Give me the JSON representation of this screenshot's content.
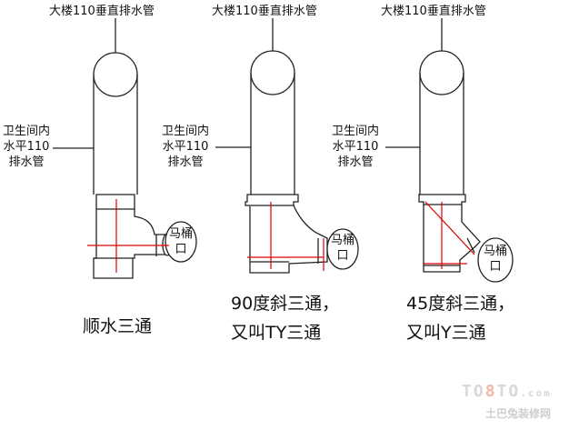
{
  "vertical_pipe_label": "大楼110垂直排水管",
  "bathroom_pipe_label": [
    "卫生间内",
    "水平110",
    "排水管"
  ],
  "toilet_outlet_label": [
    "马桶",
    "口"
  ],
  "fittings": [
    {
      "name": "顺水三通"
    },
    {
      "name": "90度斜三通，",
      "alias": "又叫TY三通"
    },
    {
      "name": "45度斜三通，",
      "alias": "又叫Y三通"
    }
  ],
  "watermark": {
    "brand_left": "TO",
    "brand_eight": "8",
    "brand_right": "TO",
    "domain": ".com",
    "site": "土巴兔装修网"
  },
  "colors": {
    "pipe_outline": "#222222",
    "marker_lines": "#e00000",
    "text": "#111111"
  }
}
